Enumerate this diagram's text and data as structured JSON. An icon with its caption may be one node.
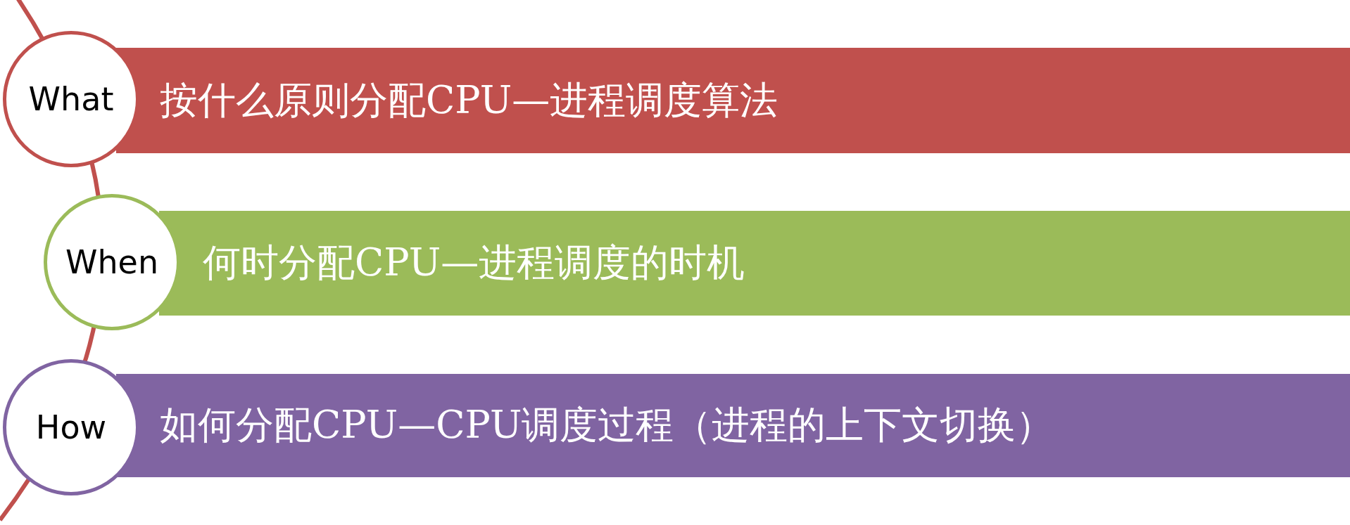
{
  "diagram": {
    "nodes": [
      {
        "text": [
          "What"
        ]
      },
      {
        "text": [
          "按什么原则分配CPU—进程调度算法"
        ]
      },
      {
        "text": [
          "When"
        ]
      },
      {
        "text": [
          "何时分配CPU—进程调度的时机"
        ]
      },
      {
        "text": [
          "How"
        ]
      },
      {
        "text": [
          "如何分配CPU—CPU调度过程（进程的上下文切换）"
        ]
      }
    ]
  }
}
